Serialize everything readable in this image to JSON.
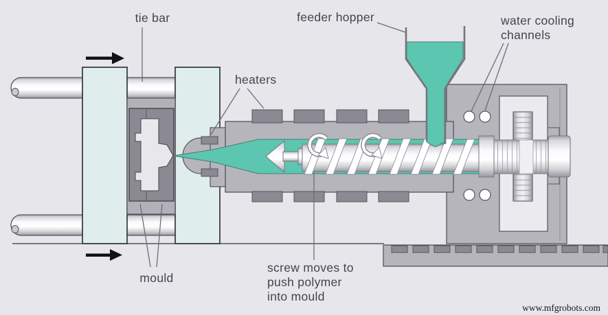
{
  "diagram": {
    "type": "injection-moulding-machine-cross-section",
    "labels": {
      "tie_bar": "tie bar",
      "feeder_hopper": "feeder hopper",
      "water_cooling": {
        "line1": "water cooling",
        "line2": "channels"
      },
      "heaters": "heaters",
      "mould": "mould",
      "screw_note": {
        "line1": "screw moves to",
        "line2": "push polymer",
        "line3": "into mould"
      }
    },
    "watermark": "www.mfgrobots.com",
    "colors": {
      "background": "#e7e6ea",
      "machine_gray": "#b6b5bc",
      "dark_gray": "#8b8a93",
      "polymer_teal": "#5cc6b1",
      "platen_cyan": "#dfeeec",
      "outline": "#55545e",
      "label_text": "#45444e",
      "leader_line": "#6e6d77",
      "arrow_black": "#121216"
    },
    "icons": {
      "clamp_direction_arrows": "right-arrow (x2, clamp moves right)",
      "screw_rotation_arrows": "curved-rotation-arrow (x2 on screw)"
    }
  }
}
